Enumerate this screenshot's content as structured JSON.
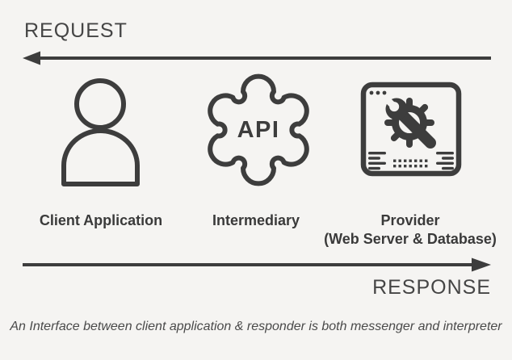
{
  "diagram": {
    "request_label": "REQUEST",
    "response_label": "RESPONSE",
    "caption": "An Interface between client application & responder is both messenger and interpreter",
    "nodes": [
      {
        "label": "Client Application",
        "icon": "person-icon"
      },
      {
        "label": "Intermediary",
        "icon": "api-gear-icon",
        "icon_text": "API"
      },
      {
        "label": "Provider",
        "sublabel": "(Web Server & Database)",
        "icon": "server-tools-icon"
      }
    ],
    "colors": {
      "background": "#f5f4f2",
      "foreground": "#3d3d3d"
    }
  }
}
